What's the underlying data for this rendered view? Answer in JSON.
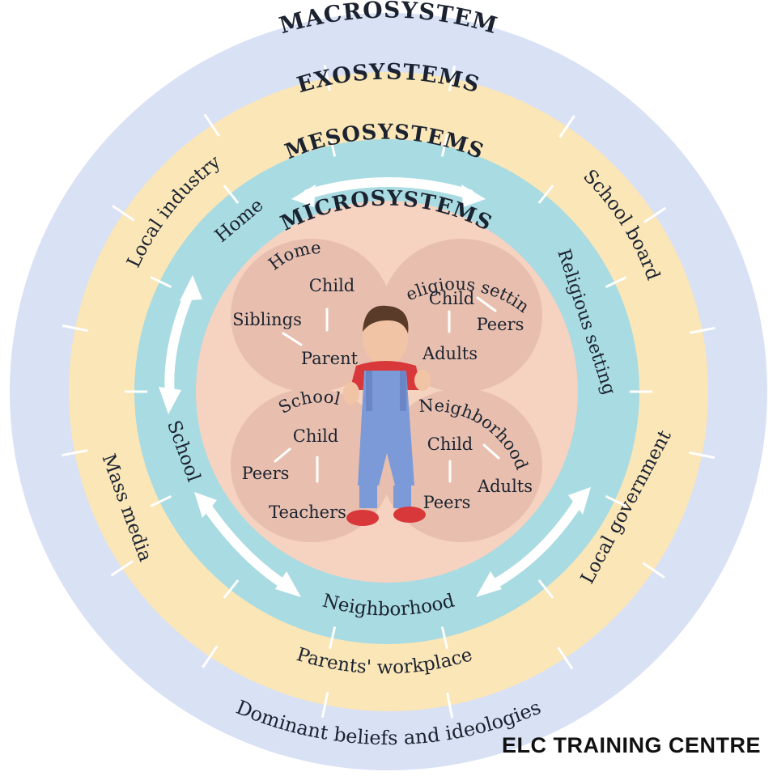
{
  "rings": {
    "macro": {
      "title": "MACROSYSTEM",
      "labels": [
        "Dominant beliefs and ideologies"
      ]
    },
    "exo": {
      "title": "EXOSYSTEMS",
      "labels": [
        "Local industry",
        "School board",
        "Mass media",
        "Local government",
        "Parents' workplace"
      ]
    },
    "meso": {
      "title": "MESOSYSTEMS",
      "labels": [
        "Home",
        "Religious setting",
        "School",
        "Neighborhood"
      ]
    },
    "micro": {
      "title": "MICROSYSTEMS"
    }
  },
  "microsystems": {
    "home": {
      "title": "Home",
      "items": [
        "Child",
        "Siblings",
        "Parent"
      ]
    },
    "religious": {
      "title": "Religious setting",
      "items": [
        "Child",
        "Peers",
        "Adults"
      ]
    },
    "school": {
      "title": "School",
      "items": [
        "Child",
        "Peers",
        "Teachers"
      ]
    },
    "neighborhood": {
      "title": "Neighborhood",
      "items": [
        "Child",
        "Adults",
        "Peers"
      ]
    }
  },
  "credit": "ELC TRAINING CENTRE",
  "colors": {
    "macro": "#d9e1f5",
    "exo": "#fbe6b7",
    "meso": "#a9dbe2",
    "micro": "#f6d2c1",
    "petal": "#e8bfae",
    "arrow": "#ffffff"
  }
}
